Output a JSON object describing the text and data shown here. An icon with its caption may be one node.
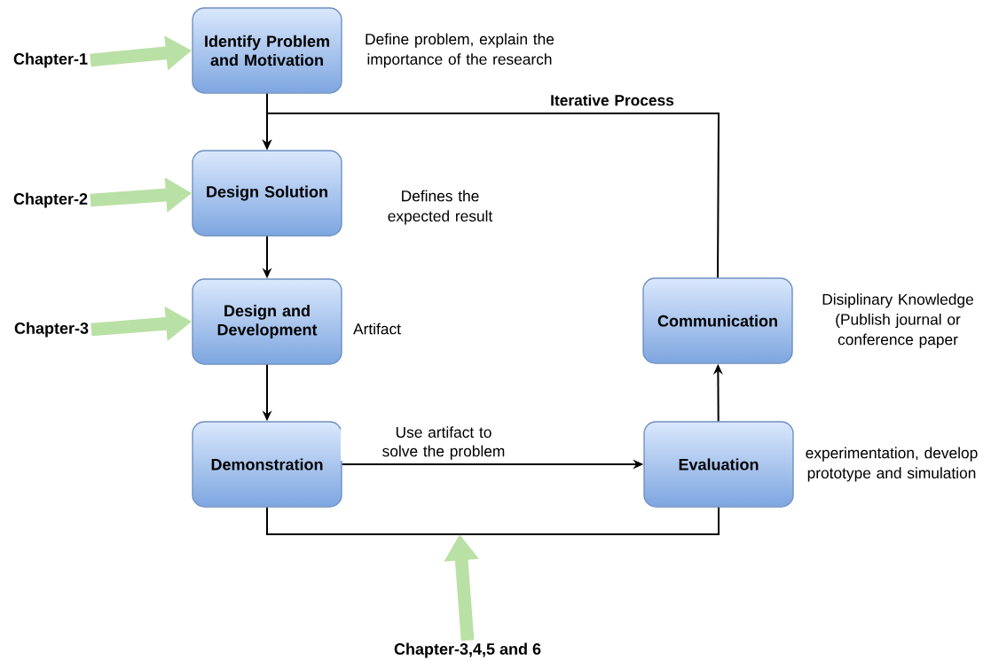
{
  "diagram": {
    "nodes": [
      {
        "text": [
          "Identify Problem and Motivation"
        ],
        "beside": [
          "Define problem, explain the importance of the research"
        ]
      },
      {
        "text": [
          "Design Solution"
        ],
        "beside": [
          "Defines the expected result"
        ]
      },
      {
        "text": [
          "Design and Development"
        ],
        "beside": [
          "Artifact"
        ]
      },
      {
        "text": [
          "Demonstration"
        ]
      },
      {
        "text": [
          "Evaluation"
        ],
        "beside": [
          "experimentation, develop prototype and simulation"
        ]
      },
      {
        "text": [
          "Communication"
        ],
        "beside": [
          "Disiplinary Knowledge (Publish journal or conference paper"
        ]
      },
      {
        "text": [
          "Chapter-1"
        ]
      },
      {
        "text": [
          "Chapter-2"
        ]
      },
      {
        "text": [
          "Chapter-3"
        ]
      },
      {
        "text": [
          "Chapter-3,4,5 and 6"
        ]
      }
    ],
    "edges": [
      {
        "from": 0,
        "to": 1,
        "arrow": "to"
      },
      {
        "from": 1,
        "to": 2,
        "arrow": "to"
      },
      {
        "from": 2,
        "to": 3,
        "arrow": "to"
      },
      {
        "from": 3,
        "to": 4,
        "arrow": "to",
        "label": "Use artifact to solve the problem"
      },
      {
        "from": 4,
        "to": 5,
        "arrow": "to"
      },
      {
        "from": 5,
        "to": 1,
        "arrow": "to",
        "label": "Iterative Process"
      },
      {
        "from": 3,
        "to": 4,
        "arrow": "none"
      },
      {
        "from": 6,
        "to": 0,
        "arrow": "to",
        "style": "thick",
        "color": "#b9e0a5"
      },
      {
        "from": 7,
        "to": 1,
        "arrow": "to",
        "style": "thick",
        "color": "#b9e0a5"
      },
      {
        "from": 8,
        "to": 2,
        "arrow": "to",
        "style": "thick",
        "color": "#b9e0a5"
      },
      {
        "from": 9,
        "to": null,
        "arrow": "to",
        "style": "thick",
        "color": "#b9e0a5"
      }
    ]
  }
}
